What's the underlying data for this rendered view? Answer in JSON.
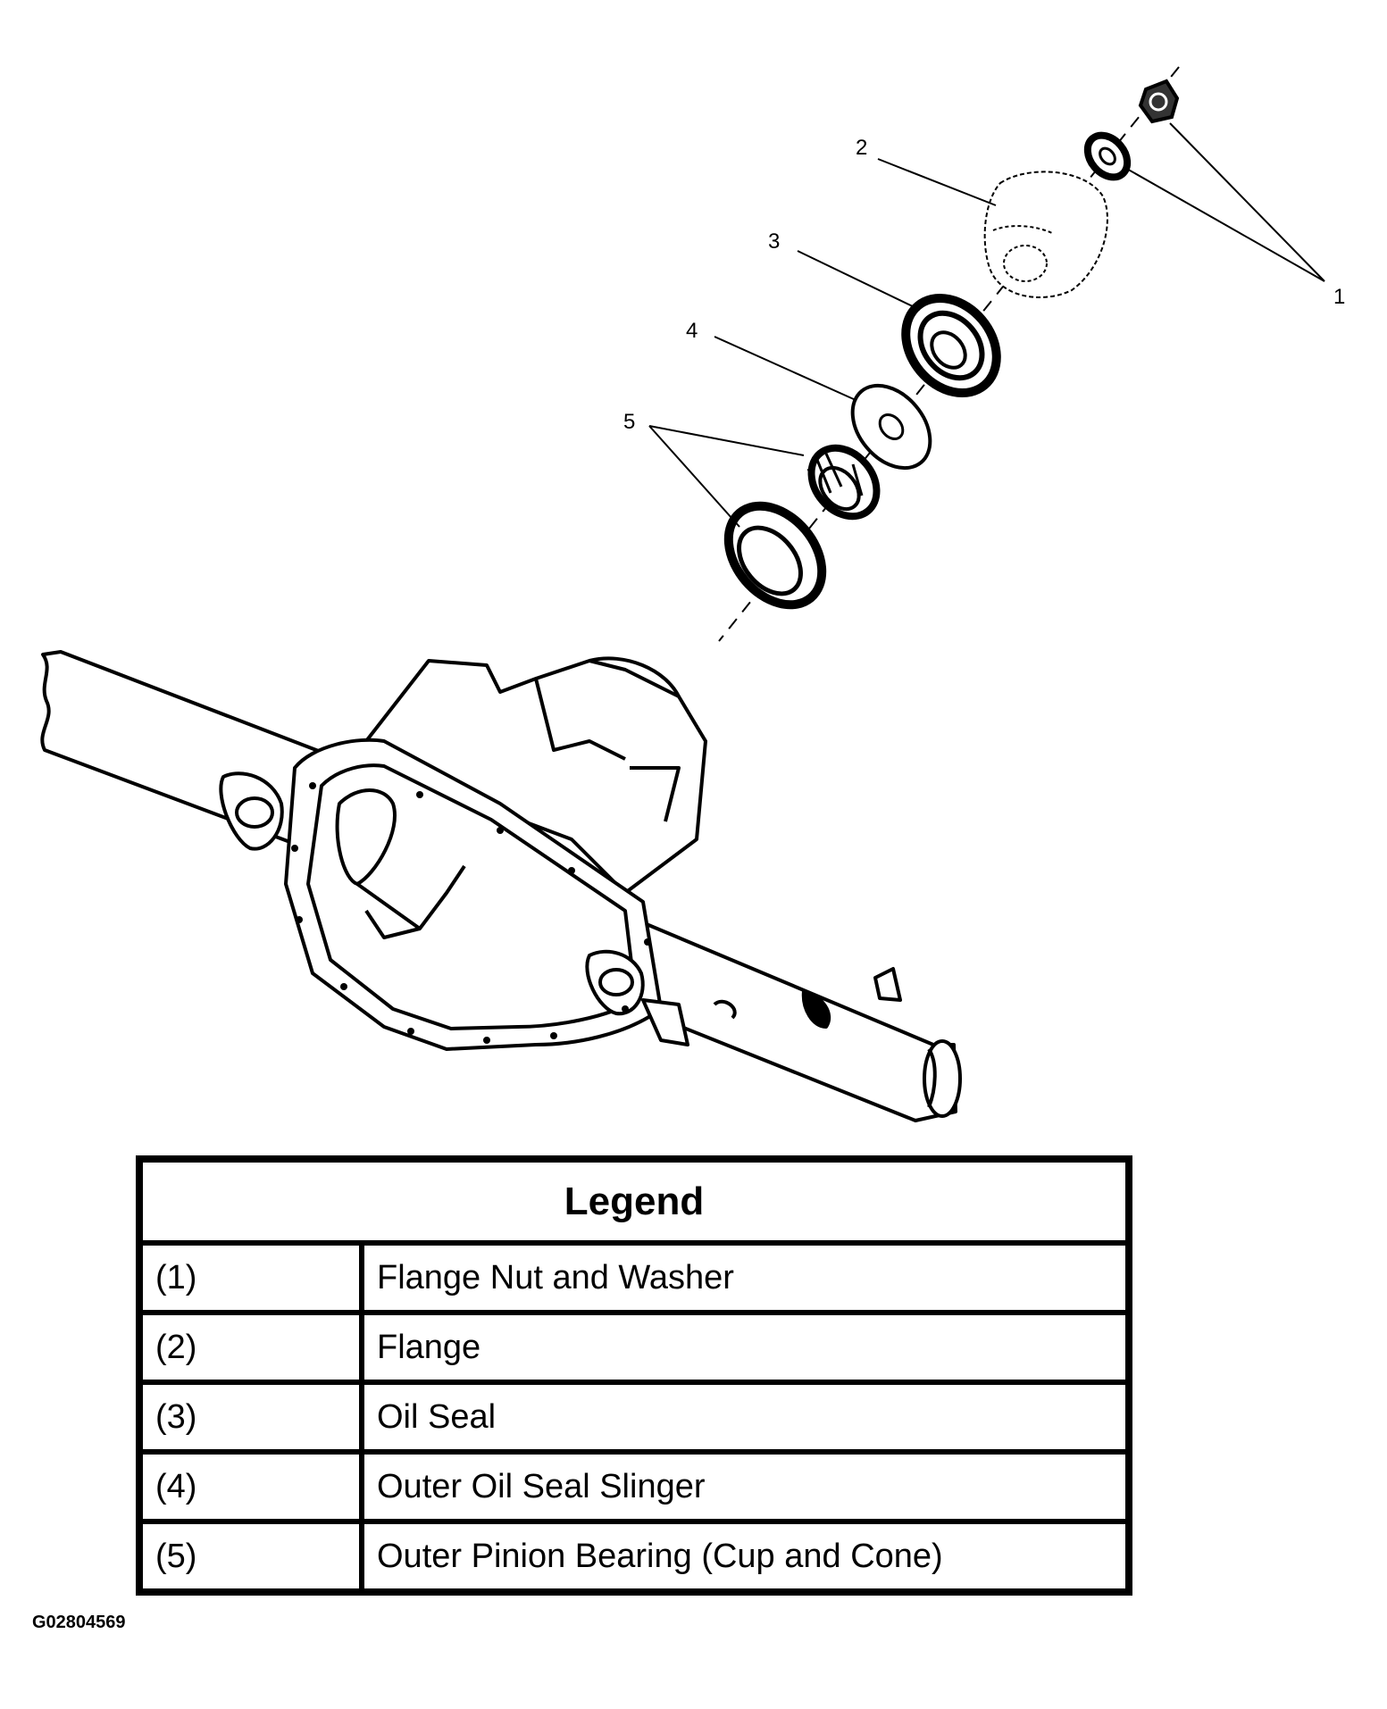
{
  "callouts": [
    "1",
    "2",
    "3",
    "4",
    "5"
  ],
  "legend": {
    "title": "Legend",
    "rows": [
      {
        "num": "(1)",
        "desc": "Flange Nut and Washer"
      },
      {
        "num": "(2)",
        "desc": "Flange"
      },
      {
        "num": "(3)",
        "desc": "Oil Seal"
      },
      {
        "num": "(4)",
        "desc": "Outer Oil Seal Slinger"
      },
      {
        "num": "(5)",
        "desc": "Outer Pinion Bearing (Cup and Cone)"
      }
    ]
  },
  "figure_id": "G02804569"
}
